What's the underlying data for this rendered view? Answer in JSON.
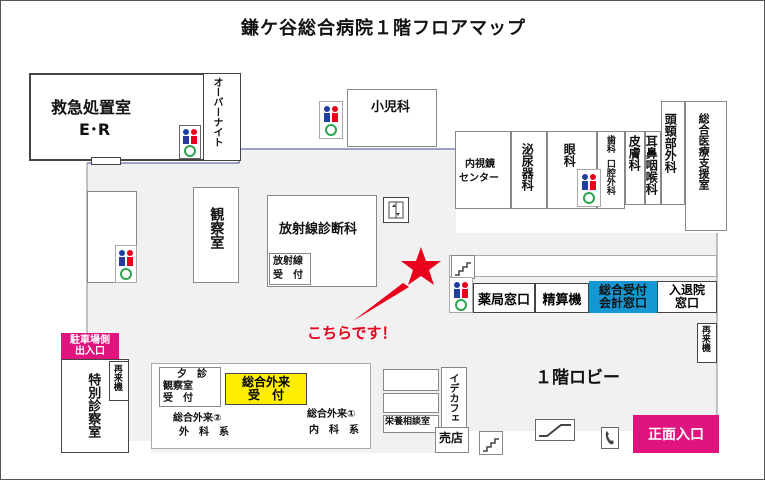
{
  "title": "鎌ケ谷総合病院１階フロアマップ",
  "colors": {
    "here_star": "#e8001c",
    "here_text": "#e8001c",
    "accent_blue": "#1597d5",
    "accent_yellow": "#ffee00",
    "accent_magenta": "#e0147f",
    "corridor": "#efefef",
    "wall": "#888888"
  },
  "rooms": {
    "er_line1": "救急処置室",
    "er_line2": "E･R",
    "overnight": "オーバーナイト",
    "pediatrics": "小児科",
    "endoscopy_line1": "内視鏡",
    "endoscopy_line2": "センター",
    "urology": "泌尿器科",
    "ophthalmology": "眼科",
    "oral_surgery_small": "歯科",
    "oral_surgery_main": "口腔外科",
    "dermatology": "皮膚科",
    "ent": "耳鼻咽喉科",
    "head_neck": "頭頸部外科",
    "medical_support": "総合医療支援室",
    "observation": "観察室",
    "radiology": "放射線診断科",
    "radiology_reception_line1": "放射線",
    "radiology_reception_line2": "受　付",
    "pharmacy": "薬局窓口",
    "payment": "精算機",
    "general_reception_line1": "総合受付",
    "general_reception_line2": "会計窓口",
    "admission_line1": "入退院",
    "admission_line2": "窓口",
    "parking_line1": "駐車場側",
    "parking_line2": "出入口",
    "re_visit_left": "再来機",
    "re_visit_right": "再来機",
    "special_exam": "特別診察室",
    "evening_line1": "夕　診",
    "evening_line2": "観察室",
    "evening_line3": "受　付",
    "outpatient_reception_line1": "総合外来",
    "outpatient_reception_line2": "受　付",
    "outpatient2_line1": "総合外来②",
    "outpatient2_line2": "外　科　系",
    "outpatient1_line1": "総合外来①",
    "outpatient1_line2": "内　科　系",
    "cafe": "イデカフェ",
    "nutrition": "栄養相談室",
    "shop": "売店",
    "lobby": "１階ロビー",
    "main_entrance": "正面入口"
  },
  "here_label": "こちらです！",
  "icons": {
    "restroom": "restroom-icon",
    "elevator": "elevator-icon",
    "stairs": "stairs-icon",
    "escalator": "escalator-icon",
    "phone": "phone-icon",
    "star": "here-star-icon"
  }
}
